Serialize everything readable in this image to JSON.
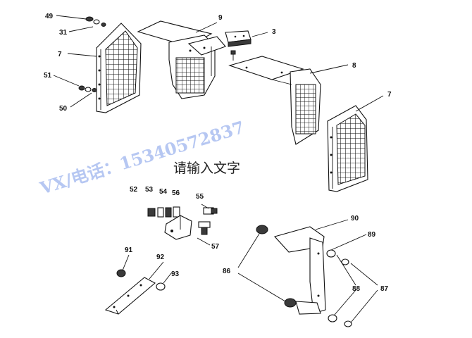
{
  "diagram": {
    "callouts": [
      "49",
      "31",
      "7",
      "51",
      "50",
      "9",
      "3",
      "8",
      "7",
      "52",
      "53",
      "54",
      "56",
      "55",
      "57",
      "90",
      "89",
      "86",
      "88",
      "87",
      "91",
      "92",
      "93"
    ]
  },
  "watermark": {
    "contact": "VX/电话：15340572837",
    "placeholder": "请输入文字"
  },
  "colors": {
    "line": "#111111",
    "watermark": "#a9bdf0"
  }
}
